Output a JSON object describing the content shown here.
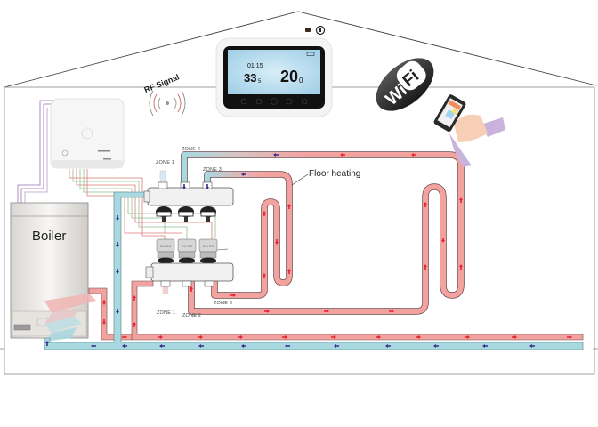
{
  "diagram": {
    "title": "Floor heating system with wireless thermostat",
    "labels": {
      "boiler": "Boiler",
      "floor_heating": "Floor heating",
      "rf_signal": "RF Signal",
      "wifi_wi": "Wi",
      "wifi_fi": "Fi"
    },
    "supply_manifold_zones": [
      "ZONE 1",
      "ZONE 2",
      "ZONE 3"
    ],
    "return_manifold_zones": [
      "ZONE 1",
      "ZONE 2",
      "ZONE 3"
    ],
    "actuator_label": "24V DC",
    "thermostat": {
      "time": "01:15",
      "room_temp": "33.5",
      "room_temp_int": "33",
      "room_temp_dec": "5",
      "set_temp_int": "20",
      "set_temp_dec": "0",
      "unit": "°C"
    },
    "colors": {
      "hot_pipe": "#f2a3a0",
      "hot_arrow": "#e8202a",
      "cold_pipe": "#a8d8e0",
      "cold_arrow": "#3b2a8a",
      "pipe_outline": "#6a4a4a",
      "house_outline": "#444444",
      "wire_purple": "#9b6fb5",
      "wire_red": "#e07a7a",
      "wire_green": "#8fc08f"
    }
  }
}
